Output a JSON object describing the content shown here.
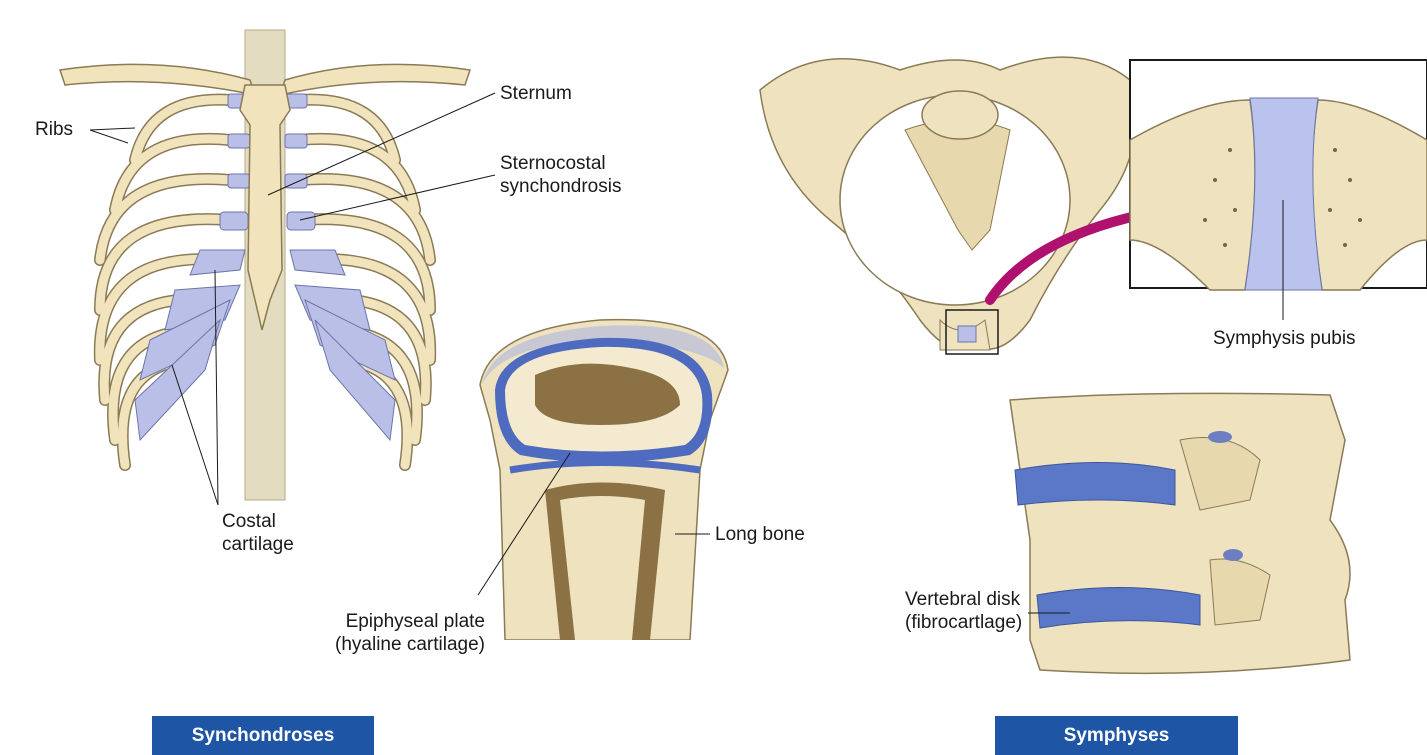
{
  "labels": {
    "ribs": "Ribs",
    "sternum": "Sternum",
    "sternocostal": [
      "Sternocostal",
      "synchondrosis"
    ],
    "costal": [
      "Costal",
      "cartilage"
    ],
    "long_bone": "Long bone",
    "epiphyseal": [
      "Epiphyseal plate",
      "(hyaline cartilage)"
    ],
    "symphysis_pubis": "Symphysis pubis",
    "vertebral": [
      "Vertebral disk",
      "(fibrocartlage)"
    ]
  },
  "banners": {
    "left": "Synchondroses",
    "right": "Symphyses"
  },
  "colors": {
    "bone": "#f1e4bc",
    "bone_outline": "#8a7a55",
    "cartilage": "#b9bfe6",
    "banner": "#1f55a5",
    "arrow": "#b0106e"
  }
}
